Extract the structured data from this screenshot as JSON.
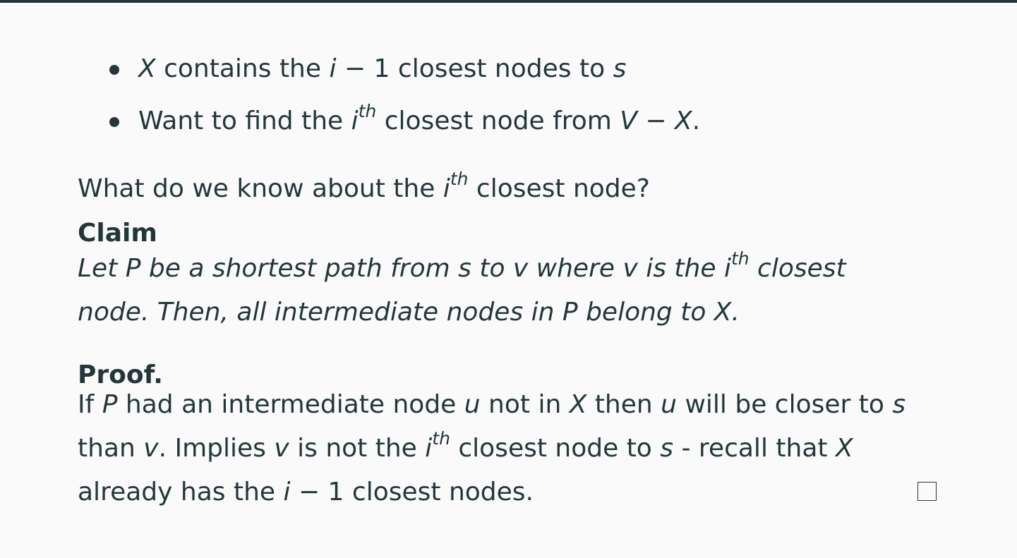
{
  "bullets": [
    {
      "x": "X",
      "t1": " contains the ",
      "i": "i",
      "minus": " − 1",
      "t2": " closest nodes to ",
      "s": "s"
    },
    {
      "t1": "Want to find the ",
      "i": "i",
      "th": "th",
      "t2": " closest node from ",
      "v": "V",
      "minus": " − ",
      "x": "X",
      "end": "."
    }
  ],
  "question": {
    "t1": "What do we know about the ",
    "i": "i",
    "th": "th",
    "t2": " closest node?"
  },
  "claim": {
    "heading": "Claim",
    "l1a": "Let P be a shortest path from s to v where v is the i",
    "th": "th",
    "l1b": " closest",
    "l2": "node. Then, all intermediate nodes in P belong to X."
  },
  "proof": {
    "heading": "Proof.",
    "l1": {
      "a": "If ",
      "P": "P",
      "b": " had an intermediate node ",
      "u1": "u",
      "c": " not in ",
      "X": "X",
      "d": " then ",
      "u2": "u",
      "e": " will be closer to ",
      "s": "s"
    },
    "l2": {
      "a": "than ",
      "v1": "v",
      "b": ". Implies ",
      "v2": "v",
      "c": " is not the ",
      "i": "i",
      "th": "th",
      "d": " closest node to ",
      "s": "s",
      "e": " - recall that ",
      "X": "X"
    },
    "l3": {
      "a": "already has the ",
      "i": "i",
      "minus": " − 1",
      "b": " closest nodes."
    }
  }
}
